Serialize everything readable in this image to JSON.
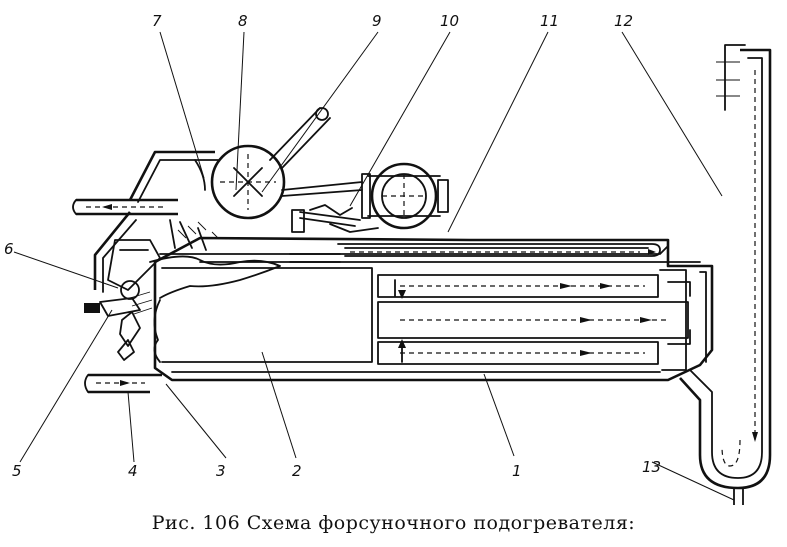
{
  "caption": "Рис. 106  Схема форсуночного подогревателя:",
  "labels": {
    "l1": "1",
    "l2": "2",
    "l3": "3",
    "l4": "4",
    "l5": "5",
    "l6": "6",
    "l7": "7",
    "l8": "8",
    "l9": "9",
    "l10": "10",
    "l11": "11",
    "l12": "12",
    "l13": "13"
  },
  "colors": {
    "ink": "#111111",
    "paper": "#ffffff"
  }
}
